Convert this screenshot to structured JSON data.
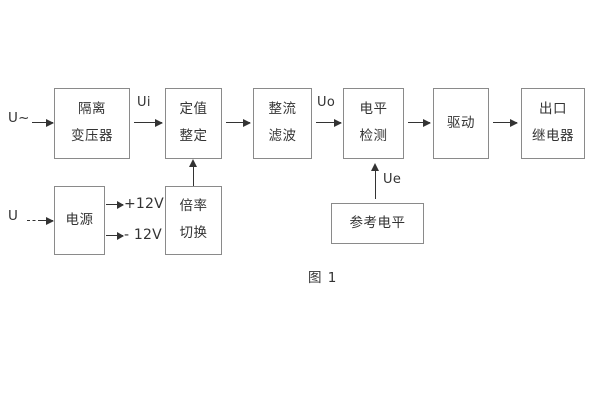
{
  "figure": {
    "caption": "图 1",
    "colors": {
      "background": "#ffffff",
      "box_border": "#8a8a8a",
      "line": "#333333",
      "text": "#333333"
    }
  },
  "inputs": {
    "ac_source": "U~",
    "dc_source": "U"
  },
  "signals": {
    "ui": "Ui",
    "uo": "Uo",
    "ue": "Ue"
  },
  "power_rails": {
    "positive": "+12V",
    "negative": "- 12V"
  },
  "blocks": {
    "isolation_transformer": {
      "line1": "隔离",
      "line2": "变压器"
    },
    "setting_value": {
      "line1": "定值",
      "line2": "整定"
    },
    "rectify_filter": {
      "line1": "整流",
      "line2": "滤波"
    },
    "level_detection": {
      "line1": "电平",
      "line2": "检测"
    },
    "drive": {
      "line1": "驱动"
    },
    "output_relay": {
      "line1": "出口",
      "line2": "继电器"
    },
    "power_supply": {
      "line1": "电源"
    },
    "multiplier_switch": {
      "line1": "倍率",
      "line2": "切换"
    },
    "reference_level": {
      "line1": "参考电平"
    }
  }
}
